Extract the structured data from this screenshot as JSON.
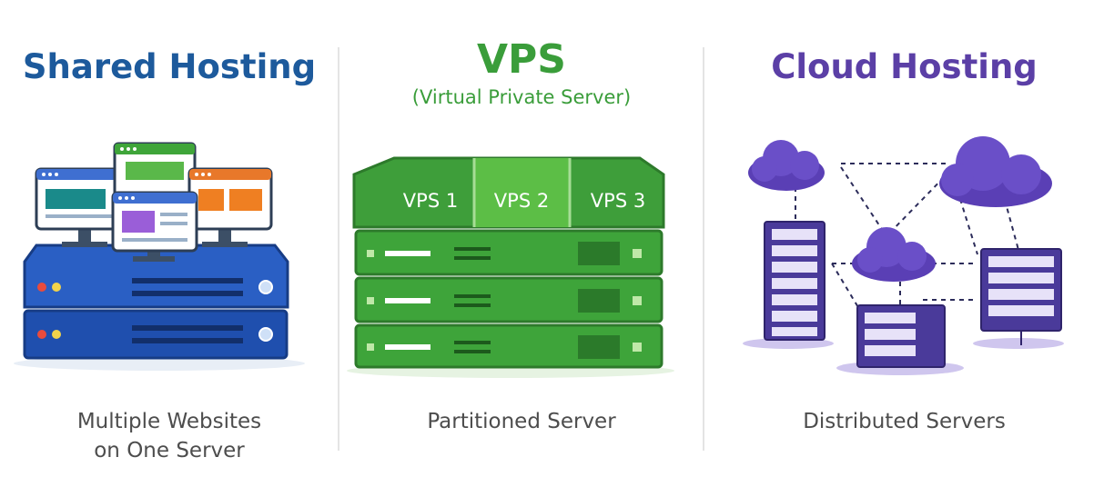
{
  "shared": {
    "title": "Shared Hosting",
    "caption_line1": "Multiple Websites",
    "caption_line2": "on One Server"
  },
  "vps": {
    "title": "VPS",
    "subtitle": "(Virtual Private Server)",
    "partitions": [
      "VPS 1",
      "VPS 2",
      "VPS 3"
    ],
    "caption": "Partitioned Server"
  },
  "cloud": {
    "title": "Cloud Hosting",
    "caption": "Distributed Servers"
  },
  "colors": {
    "shared_blue": "#1d5a9c",
    "vps_green": "#3a9d3a",
    "cloud_purple": "#5b3fa6",
    "caption_gray": "#4d4d4d"
  }
}
